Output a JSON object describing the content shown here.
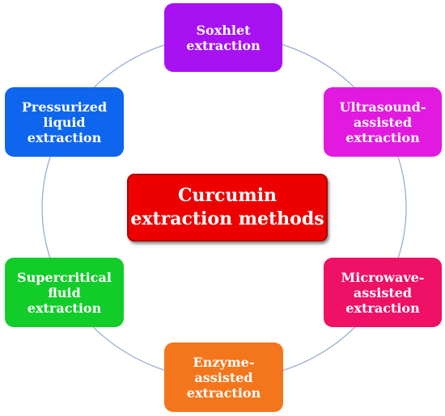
{
  "diagram": {
    "center": {
      "label": "Curcumin\nextraction methods",
      "color": "#ee0000"
    },
    "ring_color": "#8fa8cf",
    "methods": [
      {
        "id": "soxhlet",
        "label": "Soxhlet\nextraction",
        "color": "#a812f2"
      },
      {
        "id": "ultrasound",
        "label": "Ultrasound-\nassisted\nextraction",
        "color": "#e21ae0"
      },
      {
        "id": "microwave",
        "label": "Microwave-\nassisted\nextraction",
        "color": "#ee1165"
      },
      {
        "id": "enzyme",
        "label": "Enzyme-\nassisted\nextraction",
        "color": "#f4761c"
      },
      {
        "id": "supercritical",
        "label": "Supercritical\nfluid\nextraction",
        "color": "#12cc2a"
      },
      {
        "id": "pressurized",
        "label": "Pressurized\nliquid\nextraction",
        "color": "#0f66ee"
      }
    ]
  }
}
